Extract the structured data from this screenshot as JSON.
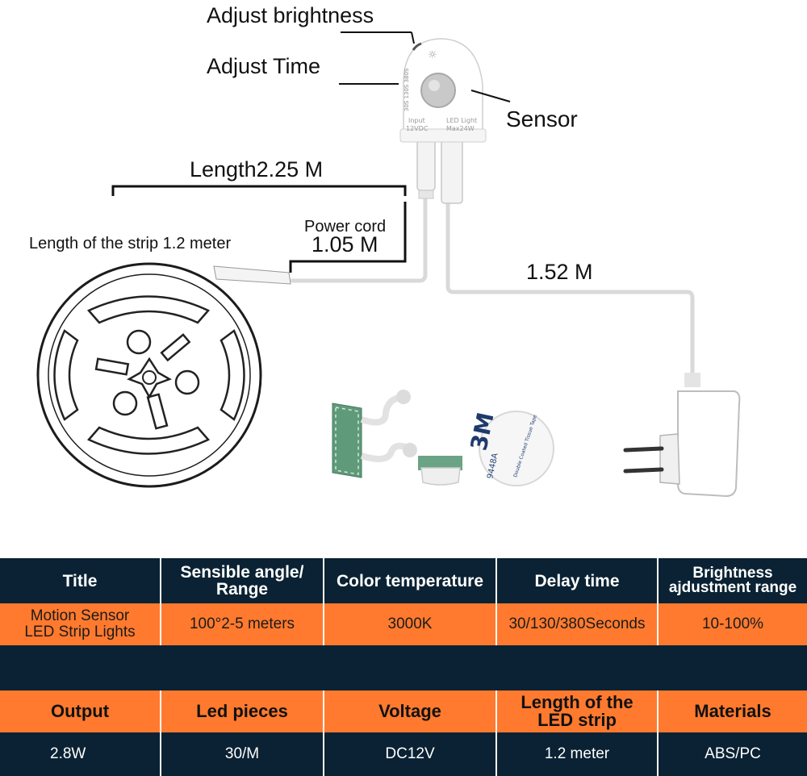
{
  "labels": {
    "adjust_brightness": "Adjust brightness",
    "adjust_time": "Adjust Time",
    "sensor": "Sensor",
    "length_total": "Length2.25 M",
    "power_cord": "Power cord",
    "power_cord_length": "1.05 M",
    "strip_length": "Length of the strip 1.2 meter",
    "adapter_cable": "1.52 M"
  },
  "device_text": {
    "input": "Input",
    "input_voltage": "12VDC",
    "led_light": "LED Light",
    "max_power": "Max24W",
    "time_marks": "30S 130S 380S",
    "tape_brand": "3M",
    "tape_code": "9448A",
    "tape_desc": "Double Coated Tissue Tape"
  },
  "table1": {
    "headers": [
      "Title",
      "Sensible angle/ Range",
      "Color temperature",
      "Delay time",
      "Brightness ajdustment range"
    ],
    "values": [
      "Motion Sensor LED Strip Lights",
      "100°2-5 meters",
      "3000K",
      "30/130/380Seconds",
      "10-100%"
    ]
  },
  "table2": {
    "headers": [
      "Output",
      "Led pieces",
      "Voltage",
      "Length of the LED strip",
      "Materials"
    ],
    "values": [
      "2.8W",
      "30/M",
      "DC12V",
      "1.2 meter",
      "ABS/PC"
    ]
  },
  "colors": {
    "dark_navy": "#0a2233",
    "orange": "#ff7a2e",
    "white": "#ffffff"
  }
}
